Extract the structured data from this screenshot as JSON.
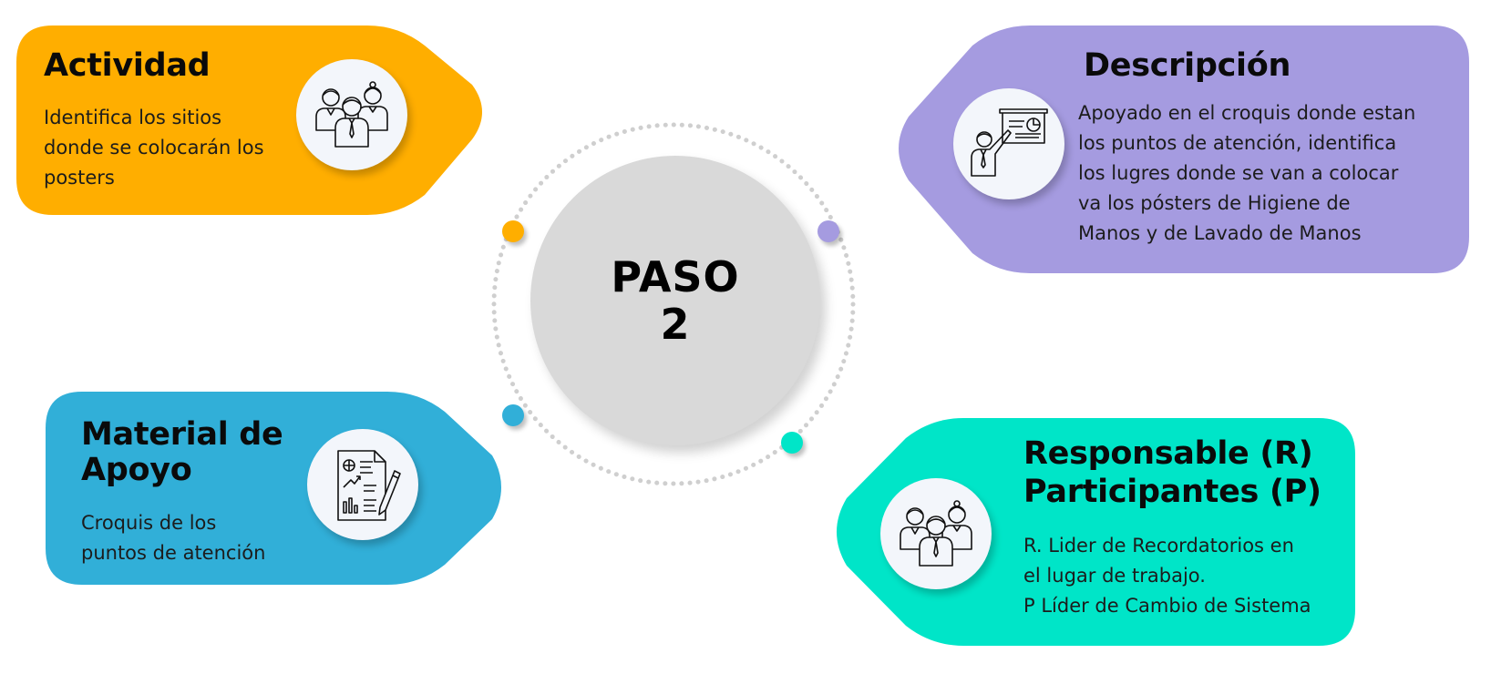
{
  "colors": {
    "actividad": "#FFAE00",
    "descripcion": "#A59BE0",
    "material": "#31AFD8",
    "responsable": "#00E5C8",
    "center": "#D9D9D9"
  },
  "center": {
    "line1": "PASO",
    "line2": "2"
  },
  "actividad": {
    "title": "Actividad",
    "body": "Identifica los sitios\ndonde se colocarán los\nposters",
    "icon": "team-icon"
  },
  "descripcion": {
    "title": "Descripción",
    "body": "Apoyado en el croquis donde estan\nlos puntos de atención, identifica\nlos lugres donde se van a colocar\nva los pósters de Higiene de\nManos  y de Lavado de Manos",
    "icon": "presentation-icon"
  },
  "material": {
    "title_line1": "Material de",
    "title_line2": "Apoyo",
    "body": "Croquis de los\npuntos de atención",
    "icon": "report-document-icon"
  },
  "responsable": {
    "title_line1": "Responsable (R)",
    "title_line2": "Participantes (P)",
    "body": "R. Lider de Recordatorios en\nel lugar de trabajo.\nP Líder de Cambio de Sistema",
    "icon": "team-icon"
  }
}
